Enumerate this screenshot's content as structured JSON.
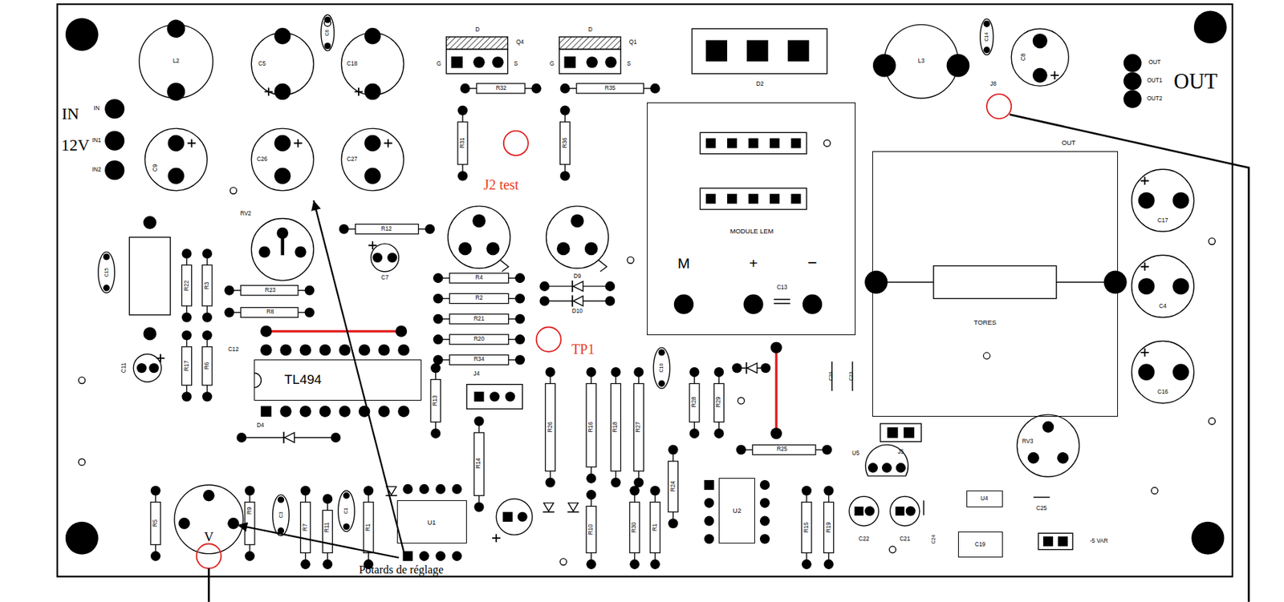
{
  "diagram": {
    "nodes": [
      {
        "text": [
          "MODULE LEM"
        ]
      },
      {
        "text": [
          "OUT",
          "TORES"
        ]
      },
      {
        "text": [
          "TL494"
        ]
      },
      {
        "text": [
          "U1"
        ]
      },
      {
        "text": [
          "U2"
        ]
      },
      {
        "text": [
          "U4"
        ]
      },
      {
        "text": [
          "C19"
        ]
      }
    ],
    "labels": [
      "IN",
      "12V",
      "OUT",
      "J2 test",
      "TP1",
      "Potards de réglage",
      "IN",
      "IN1",
      "IN2",
      "OUT",
      "OUT1",
      "OUT2",
      "L2",
      "C5",
      "C18",
      "C6",
      "C9",
      "C26",
      "C27",
      "D",
      "G",
      "S",
      "Q4",
      "D",
      "G",
      "S",
      "Q1",
      "R32",
      "R35",
      "D2",
      "L3",
      "C14",
      "C8",
      "J8",
      "R31",
      "R36",
      "RV2",
      "R12",
      "C7",
      "R4",
      "R2",
      "R21",
      "R20",
      "R34",
      "D9",
      "D10",
      "R23",
      "R8",
      "C12",
      "C15",
      "R22",
      "R3",
      "R17",
      "R6",
      "C11",
      "D4",
      "V",
      "R5",
      "R9",
      "C3",
      "R7",
      "R11",
      "C1",
      "R1",
      "J4",
      "R13",
      "R14",
      "M",
      "+",
      "−",
      "C13",
      "C17",
      "C4",
      "C16",
      "RV3",
      "U5",
      "J5",
      "C25",
      "C22",
      "C21",
      "C24",
      "-5 VAR",
      "R25",
      "R15",
      "R19",
      "R26",
      "R16",
      "R18",
      "R27",
      "C10",
      "R28",
      "R29",
      "R24",
      "R10",
      "R30",
      "R1",
      "C20",
      "C23"
    ]
  }
}
